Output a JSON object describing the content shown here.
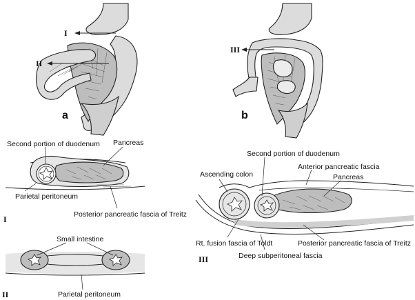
{
  "panels": {
    "a": "a",
    "b": "b"
  },
  "section_markers": {
    "I_arrow": "I",
    "II_arrow": "II",
    "III_arrow": "III",
    "I": "I",
    "II": "II",
    "III": "III"
  },
  "section_I": {
    "second_portion": "Second portion of duodenum",
    "pancreas": "Pancreas",
    "parietal_peritoneum": "Parietal peritoneum",
    "posterior_fascia": "Posterior pancreatic fascia of Treitz"
  },
  "section_II": {
    "small_intestine": "Small intestine",
    "parietal_peritoneum": "Parietal peritoneum"
  },
  "section_III": {
    "second_portion": "Second portion of duodenum",
    "ascending_colon": "Ascending colon",
    "anterior_fascia": "Anterior pancreatic fascia",
    "pancreas": "Pancreas",
    "toldt": "Rt. fusion fascia of Toldt",
    "posterior_fascia": "Posterior pancreatic fascia of Treitz",
    "deep_fascia": "Deep subperitoneal fascia"
  },
  "colors": {
    "organ_fill": "#bdbdbd",
    "wall_fill": "#dcdcdc",
    "ink": "#222222"
  }
}
